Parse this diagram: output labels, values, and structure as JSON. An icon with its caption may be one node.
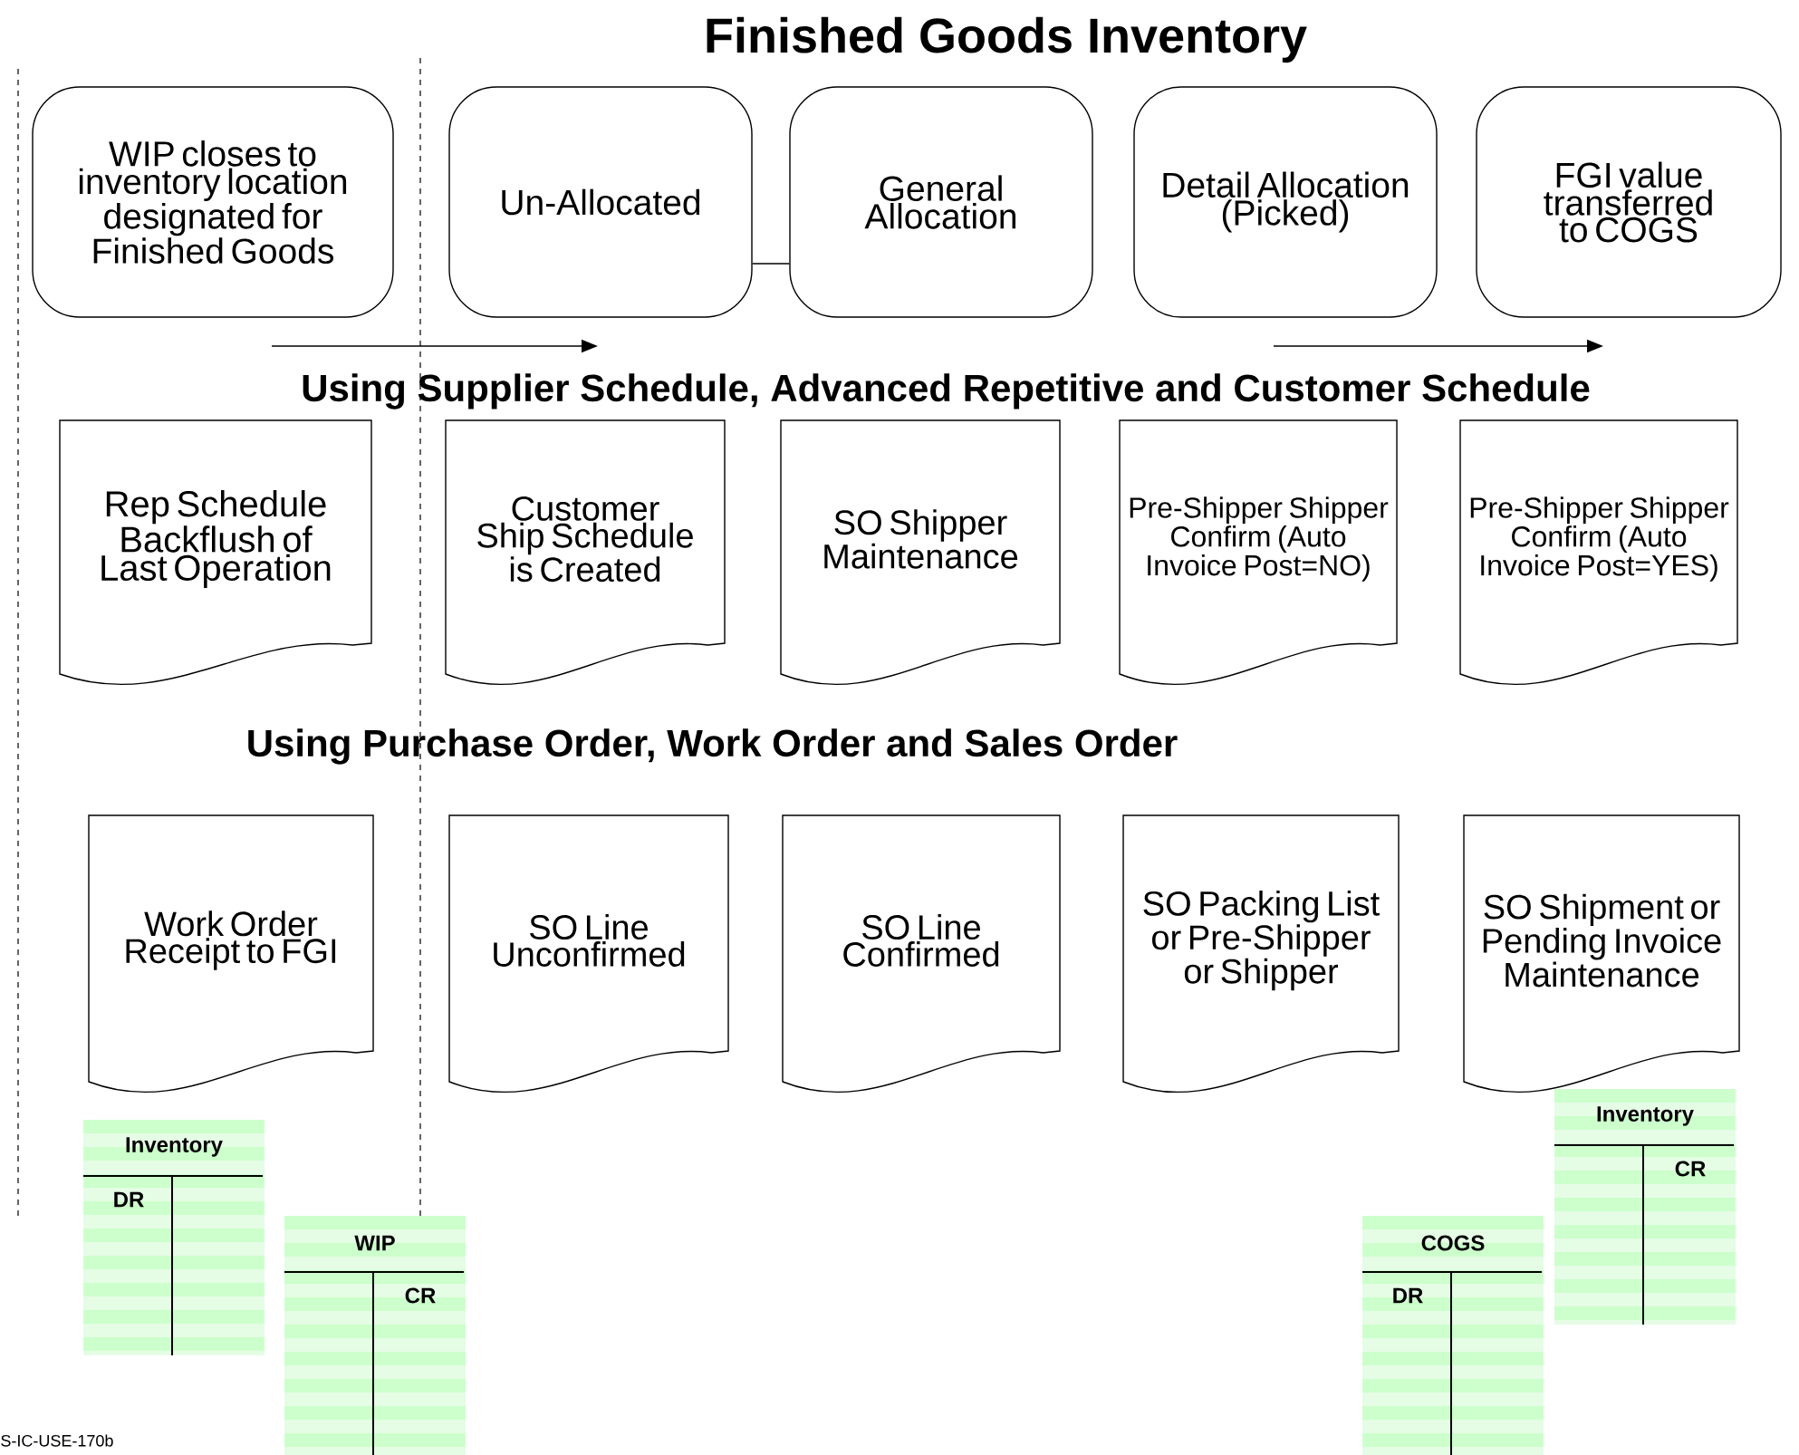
{
  "diagram": {
    "title": "Finished Goods Inventory",
    "nodes": [
      {
        "text": [
          "WIP closes to inventory location designated for Finished Goods"
        ]
      },
      {
        "text": [
          "Un-Allocated"
        ]
      },
      {
        "text": [
          "General Allocation"
        ]
      },
      {
        "text": [
          "Detail Allocation (Picked)"
        ]
      },
      {
        "text": [
          "FGI value transferred to COGS"
        ]
      },
      {
        "text": [
          "Rep Schedule Backflush of Last Operation"
        ]
      },
      {
        "text": [
          "Customer Ship Schedule is Created"
        ]
      },
      {
        "text": [
          "SO Shipper Maintenance"
        ]
      },
      {
        "text": [
          "Pre-Shipper Shipper Confirm (Auto Invoice Post=NO)"
        ]
      },
      {
        "text": [
          "Pre-Shipper Shipper Confirm (Auto Invoice Post=YES)"
        ]
      },
      {
        "text": [
          "Work Order Receipt to FGI"
        ]
      },
      {
        "text": [
          "SO Line Unconfirmed"
        ]
      },
      {
        "text": [
          "SO Line Confirmed"
        ]
      },
      {
        "text": [
          "SO Packing List or Pre-Shipper or Shipper"
        ]
      },
      {
        "text": [
          "SO Shipment or Pending Invoice Maintenance"
        ]
      },
      {
        "text": [
          "Inventory",
          "DR"
        ]
      },
      {
        "text": [
          "WIP",
          "CR"
        ]
      },
      {
        "text": [
          "COGS",
          "DR"
        ]
      },
      {
        "text": [
          "Inventory",
          "CR"
        ]
      }
    ],
    "edges": [
      {
        "from": 1,
        "to": 2,
        "arrow": "none"
      }
    ],
    "labels": [
      "Using Supplier Schedule, Advanced Repetitive and Customer Schedule",
      "Using Purchase Order, Work Order and Sales Order",
      "S-IC-USE-170b"
    ]
  }
}
